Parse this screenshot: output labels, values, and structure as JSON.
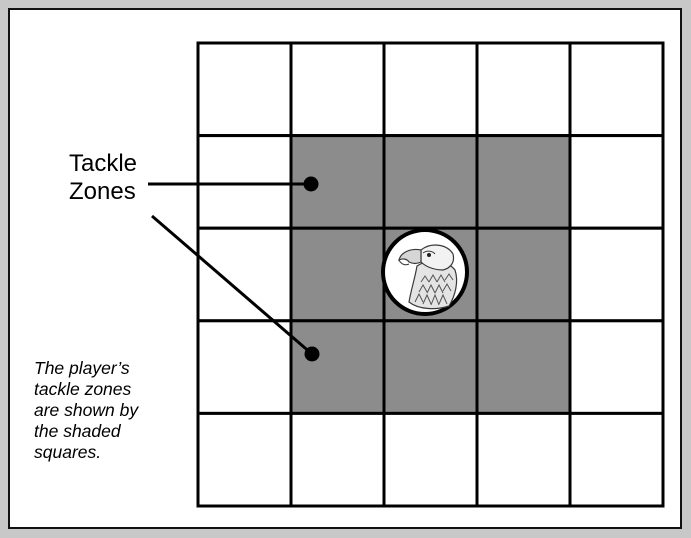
{
  "callout_label": "Tackle\nZones",
  "caption": "The player’s\ntackle zones\nare shown by\nthe shaded\nsquares.",
  "grid": {
    "rows": 5,
    "cols": 5,
    "shaded_cells": [
      [
        1,
        1
      ],
      [
        1,
        2
      ],
      [
        1,
        3
      ],
      [
        2,
        1
      ],
      [
        2,
        3
      ],
      [
        3,
        1
      ],
      [
        3,
        2
      ],
      [
        3,
        3
      ]
    ],
    "player_cell": [
      2,
      2
    ]
  },
  "colors": {
    "shaded": "#8c8c8c",
    "empty": "#ffffff",
    "grid_lines": "#000000",
    "frame": "#c8c8c8"
  },
  "player_token_icon": "eagle-head-icon"
}
